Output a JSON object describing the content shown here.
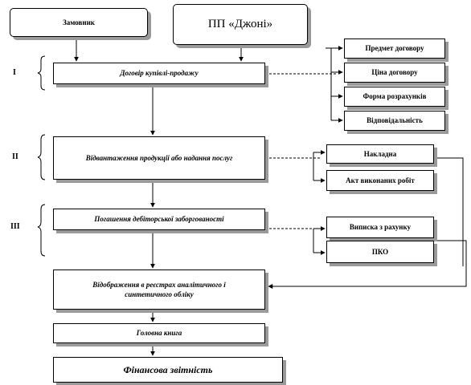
{
  "parties": {
    "customer": "Замовник",
    "company": "ПП «Джоні»"
  },
  "stages": [
    {
      "roman": "I",
      "title": "Договір купівлі-продажу"
    },
    {
      "roman": "II",
      "title": "Відвантаження продукції або надання послуг"
    },
    {
      "roman": "III",
      "title": "Погашення дебіторської заборгованості"
    }
  ],
  "contract_items": [
    "Предмет договору",
    "Ціна договору",
    "Форма розрахунків",
    "Відповідальність"
  ],
  "shipment_docs": [
    "Накладна",
    "Акт виконаних робіт"
  ],
  "payment_docs": [
    "Виписка з рахунку",
    "ПКО"
  ],
  "registers": "Відображення в реєстрах аналітичного і синтетичного обліку",
  "ledger": "Головна книга",
  "reports": "Фінансова звітність"
}
